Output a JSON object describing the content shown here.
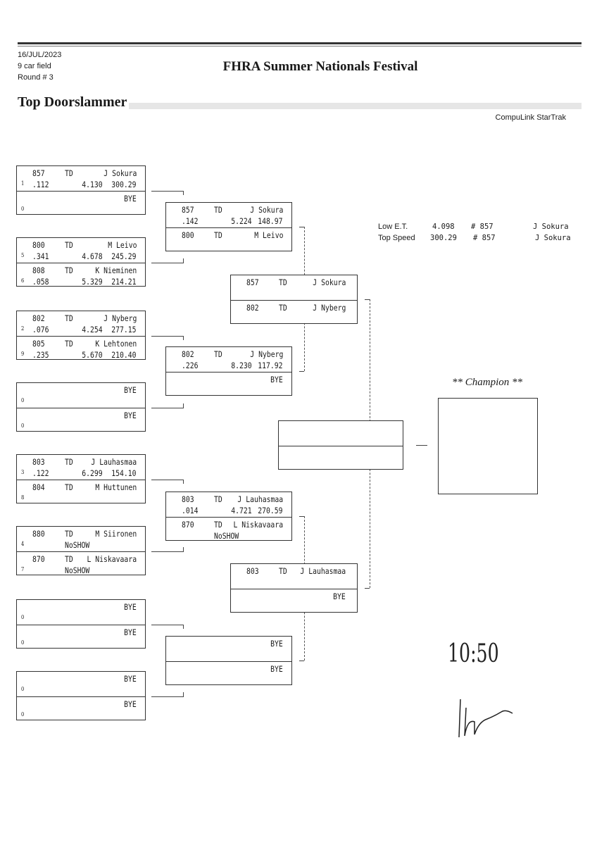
{
  "header": {
    "date": "16/JUL/2023",
    "field": "9 car field",
    "round": "Round # 3",
    "title": "FHRA Summer Nationals Festival",
    "class": "Top Doorslammer",
    "brand": "CompuLink StarTrak"
  },
  "records": {
    "low_et": {
      "label": "Low  E.T.",
      "value": "4.098",
      "car": "# 857",
      "name": "J Sokura"
    },
    "top_speed": {
      "label": "Top Speed",
      "value": "300.29",
      "car": "# 857",
      "name": "J Sokura"
    }
  },
  "champion_label": "** Champion **",
  "handwritten_time": "10:50",
  "rounds": [
    [
      [
        {
          "car": "857",
          "cls": "TD",
          "name": "J Sokura",
          "seed": "1",
          "rt": ".112",
          "et": "4.130",
          "mph": "300.29"
        },
        {
          "name": "BYE",
          "seed": "0"
        }
      ],
      [
        {
          "car": "800",
          "cls": "TD",
          "name": "M Leivo",
          "seed": "5",
          "rt": ".341",
          "et": "4.678",
          "mph": "245.29"
        },
        {
          "car": "808",
          "cls": "TD",
          "name": "K Nieminen",
          "seed": "6",
          "rt": ".058",
          "et": "5.329",
          "mph": "214.21"
        }
      ],
      [
        {
          "car": "802",
          "cls": "TD",
          "name": "J Nyberg",
          "seed": "2",
          "rt": ".076",
          "et": "4.254",
          "mph": "277.15"
        },
        {
          "car": "805",
          "cls": "TD",
          "name": "K Lehtonen",
          "seed": "9",
          "rt": ".235",
          "et": "5.670",
          "mph": "210.40"
        }
      ],
      [
        {
          "name": "BYE",
          "seed": "0"
        },
        {
          "name": "BYE",
          "seed": "0"
        }
      ],
      [
        {
          "car": "803",
          "cls": "TD",
          "name": "J Lauhasmaa",
          "seed": "3",
          "rt": ".122",
          "et": "6.299",
          "mph": "154.10"
        },
        {
          "car": "804",
          "cls": "TD",
          "name": "M Huttunen",
          "seed": "8"
        }
      ],
      [
        {
          "car": "880",
          "cls": "TD",
          "name": "M Siironen",
          "seed": "4",
          "note": "NoSHOW"
        },
        {
          "car": "870",
          "cls": "TD",
          "name": "L Niskavaara",
          "seed": "7",
          "note": "NoSHOW"
        }
      ],
      [
        {
          "name": "BYE",
          "seed": "0"
        },
        {
          "name": "BYE",
          "seed": "0"
        }
      ],
      [
        {
          "name": "BYE",
          "seed": "0"
        },
        {
          "name": "BYE",
          "seed": "0"
        }
      ]
    ],
    [
      [
        {
          "car": "857",
          "cls": "TD",
          "name": "J Sokura",
          "rt": ".142",
          "et": "5.224",
          "mph": "148.97"
        },
        {
          "car": "800",
          "cls": "TD",
          "name": "M Leivo"
        }
      ],
      [
        {
          "car": "802",
          "cls": "TD",
          "name": "J Nyberg",
          "rt": ".226",
          "et": "8.230",
          "mph": "117.92"
        },
        {
          "name": "BYE"
        }
      ],
      [
        {
          "car": "803",
          "cls": "TD",
          "name": "J Lauhasmaa",
          "rt": ".014",
          "et": "4.721",
          "mph": "270.59"
        },
        {
          "car": "870",
          "cls": "TD",
          "name": "L Niskavaara",
          "note": "NoSHOW"
        }
      ],
      [
        {
          "name": "BYE"
        },
        {
          "name": "BYE"
        }
      ]
    ],
    [
      [
        {
          "car": "857",
          "cls": "TD",
          "name": "J Sokura"
        },
        {
          "car": "802",
          "cls": "TD",
          "name": "J Nyberg"
        }
      ],
      [
        {
          "car": "803",
          "cls": "TD",
          "name": "J Lauhasmaa"
        },
        {
          "name": "BYE"
        }
      ]
    ],
    [
      [
        {},
        {}
      ]
    ]
  ]
}
